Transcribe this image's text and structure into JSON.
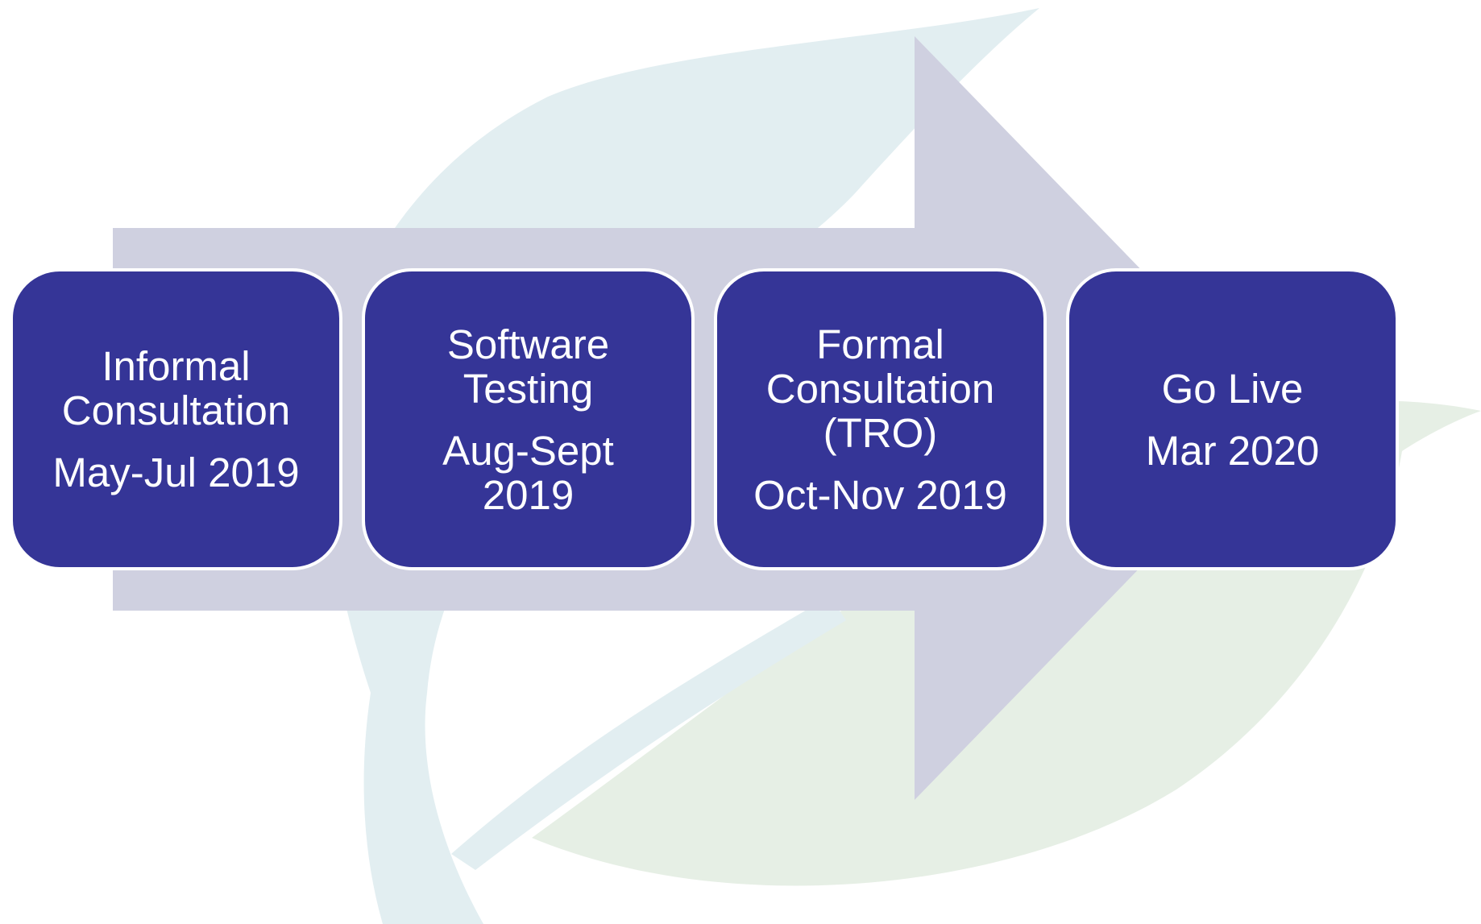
{
  "colors": {
    "stage_fill": "#353597",
    "stage_border": "#ffffff",
    "arrow_fill": "#cfd0e0",
    "leaf_blue": "#e2eef1",
    "leaf_green": "#e6efe5",
    "text": "#ffffff"
  },
  "stages": [
    {
      "title": "Informal\nConsultation",
      "date": "May-Jul 2019"
    },
    {
      "title": "Software\nTesting",
      "date": "Aug-Sept\n2019"
    },
    {
      "title": "Formal\nConsultation\n(TRO)",
      "date": "Oct-Nov 2019"
    },
    {
      "title": "Go Live",
      "date": "Mar 2020"
    }
  ]
}
